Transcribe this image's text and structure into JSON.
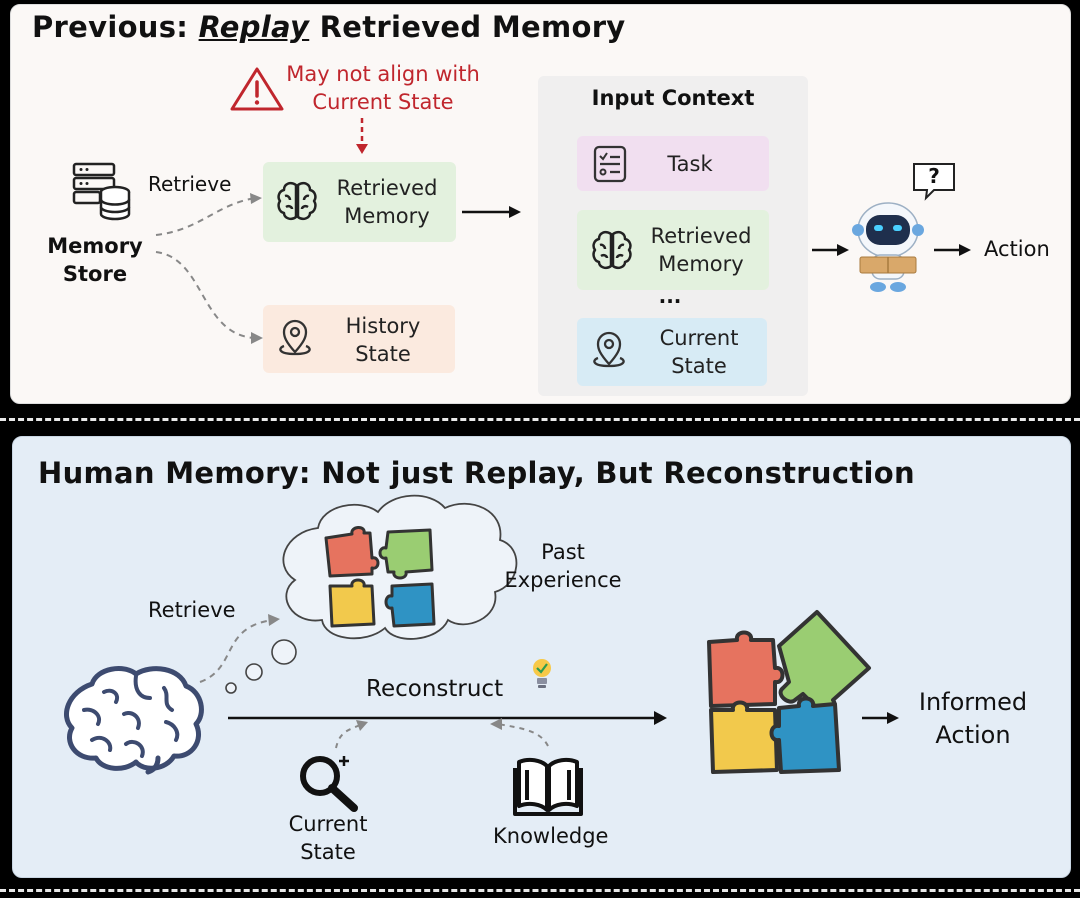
{
  "top": {
    "title_prefix": "Previous: ",
    "title_emph": "Replay",
    "title_suffix": " Retrieved Memory",
    "warning_line1": "May not align with",
    "warning_line2": "Current State",
    "retrieve_label": "Retrieve",
    "memory_store_line1": "Memory",
    "memory_store_line2": "Store",
    "retrieved_memory_line1": "Retrieved",
    "retrieved_memory_line2": "Memory",
    "history_state_line1": "History",
    "history_state_line2": "State",
    "input_context_title": "Input Context",
    "task_label": "Task",
    "ctx_memory_line1": "Retrieved",
    "ctx_memory_line2": "Memory",
    "ellipsis": "...",
    "current_state_line1": "Current",
    "current_state_line2": "State",
    "action_label": "Action",
    "question_mark": "?"
  },
  "bottom": {
    "title": "Human Memory: Not just Replay, But Reconstruction",
    "past_experience_line1": "Past",
    "past_experience_line2": "Experience",
    "retrieve_label": "Retrieve",
    "reconstruct_label": "Reconstruct",
    "current_state_line1": "Current",
    "current_state_line2": "State",
    "knowledge_label": "Knowledge",
    "informed_action_line1": "Informed",
    "informed_action_line2": "Action"
  },
  "colors": {
    "warning_red": "#c0262d",
    "memory_green": "#e3f1de",
    "history_peach": "#fbeadf",
    "task_pink": "#f1dff0",
    "state_blue": "#d7ebf5",
    "context_gray": "#f0efef",
    "puzzle_red": "#e6735f",
    "puzzle_green": "#9acd72",
    "puzzle_yellow": "#f2c94c",
    "puzzle_blue": "#2f93c4"
  },
  "icons": [
    "warning-icon",
    "database-icon",
    "brain-icon",
    "location-pin-icon",
    "checklist-icon",
    "robot-icon",
    "speech-bubble-icon",
    "thought-cloud-icon",
    "puzzle-icon",
    "lightbulb-icon",
    "magnifier-icon",
    "book-icon"
  ]
}
